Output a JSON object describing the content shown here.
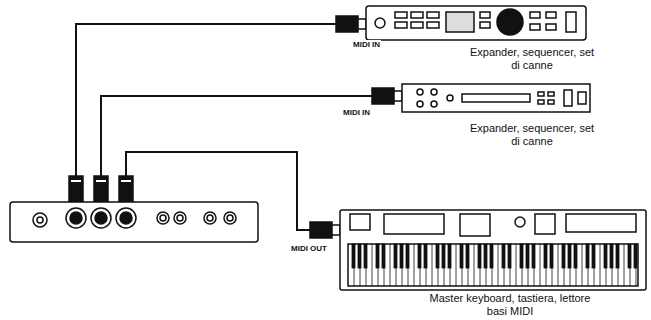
{
  "diagram": {
    "nodes": [
      {
        "text": [
          "Expander, sequencer, set di canne"
        ]
      },
      {
        "text": [
          "Expander, sequencer, set di canne"
        ]
      },
      {
        "text": [
          "Master keyboard, tastiera, lettore basi MIDI"
        ]
      }
    ],
    "labels": [
      "MIDI IN",
      "MIDI IN",
      "MIDI OUT"
    ]
  }
}
